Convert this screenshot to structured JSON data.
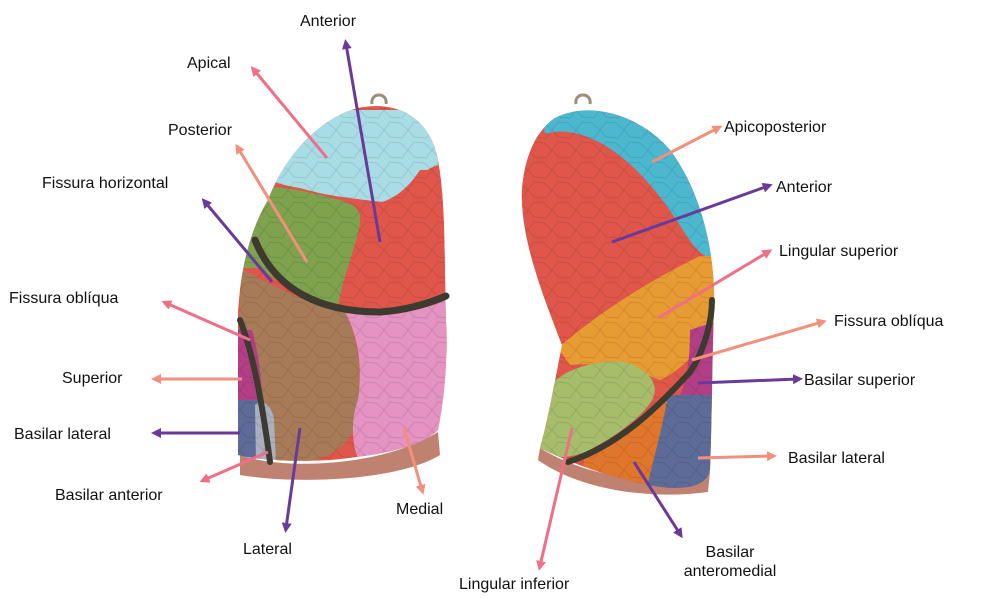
{
  "labels": {
    "right_lung": {
      "anterior": "Anterior",
      "apical": "Apical",
      "posterior": "Posterior",
      "fissura_horizontal": "Fissura horizontal",
      "fissura_obliqua": "Fissura oblíqua",
      "superior": "Superior",
      "basilar_lateral": "Basilar lateral",
      "basilar_anterior": "Basilar anterior",
      "lateral": "Lateral",
      "medial": "Medial"
    },
    "left_lung": {
      "apicoposterior": "Apicoposterior",
      "anterior": "Anterior",
      "lingular_superior": "Lingular superior",
      "fissura_obliqua": "Fissura oblíqua",
      "basilar_superior": "Basilar superior",
      "basilar_lateral": "Basilar lateral",
      "basilar_anteromedial_line1": "Basilar",
      "basilar_anteromedial_line2": "anteromedial",
      "lingular_inferior": "Lingular inferior"
    }
  },
  "colors": {
    "apical": "#a9dde6",
    "posterior_green": "#7ea24e",
    "anterior_red": "#e0564a",
    "middle_brown": "#a77b58",
    "medial_pink": "#e493c2",
    "superior_magenta": "#b23f86",
    "basilar_blue": "#5d6b98",
    "basilar_gray": "#aab0c0",
    "base_rim": "#c08270",
    "apicoposterior_cyan": "#4bb8d0",
    "lingular_orange": "#e89b32",
    "lingular_inferior_green": "#a6bd6c",
    "basilar_anteromedial_orange": "#e0762b",
    "fissure_dark": "#3d3a2f",
    "arrow_purple": "#6a3a9a",
    "arrow_pink": "#ef6f86",
    "arrow_salmon": "#f2907c"
  }
}
